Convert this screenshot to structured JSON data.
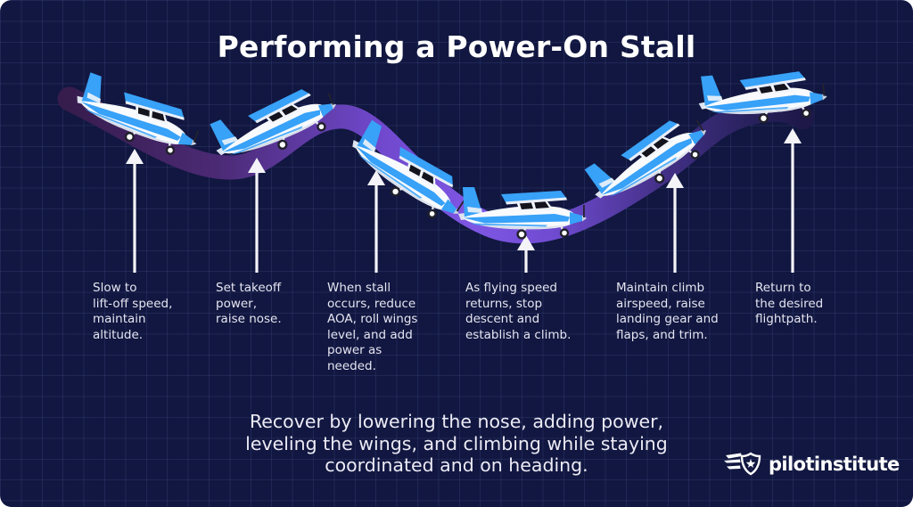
{
  "title": "Performing a Power-On Stall",
  "steps": [
    {
      "label": "Slow to\nlift-off speed,\nmaintain\naltitude."
    },
    {
      "label": "Set takeoff\npower,\nraise nose."
    },
    {
      "label": "When stall\noccurs, reduce\nAOA, roll wings\nlevel, and add\npower as\nneeded."
    },
    {
      "label": "As flying speed\nreturns, stop\ndescent and\nestablish a climb."
    },
    {
      "label": "Maintain climb\nairspeed, raise\nlanding gear and\nflaps, and trim."
    },
    {
      "label": "Return to\nthe desired\nflightpath."
    }
  ],
  "recover_text": "Recover by lowering the nose, adding power,\nleveling the wings, and climbing while staying\ncoordinated and on heading.",
  "logo": {
    "brand": "pilotinstitute",
    "icon": "winged-shield-star-icon"
  },
  "icons": {
    "airplane": "airplane-icon",
    "arrow": "arrow-up-icon"
  },
  "colors": {
    "background": "#111740",
    "grid_line": "#273061",
    "path_start": "#371c4e",
    "path_bright": "#7e56e4",
    "path_end": "#1d1847",
    "plane_blue": "#38a1f8",
    "plane_white": "#f8fafd",
    "text": "#e6e5f1",
    "title": "#ffffff",
    "arrow": "#f4f4f8"
  }
}
